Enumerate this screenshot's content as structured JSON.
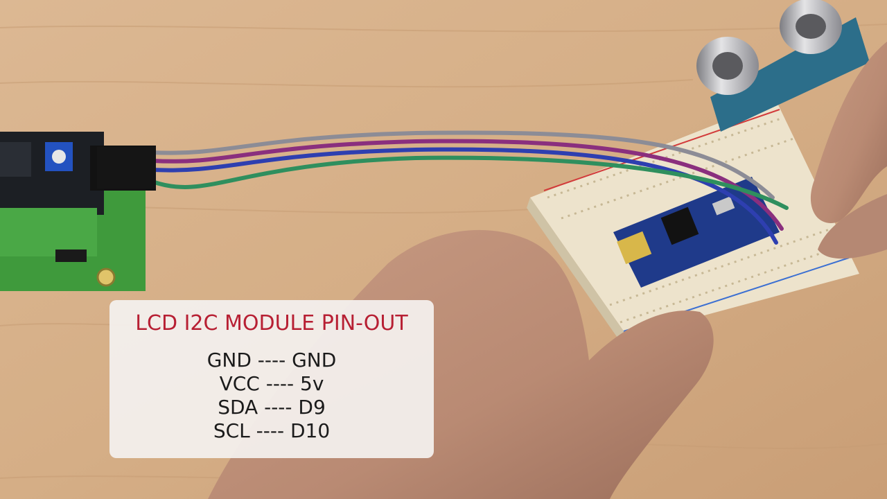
{
  "caption": {
    "title": "LCD I2C MODULE PIN-OUT",
    "pins": [
      "GND ---- GND",
      "VCC ---- 5v",
      "SDA ---- D9",
      "SCL ---- D10"
    ]
  },
  "colors": {
    "title_red": "#b71f33",
    "table_wood": "#d7b28c",
    "lcd_pcb_green": "#3f9a3c",
    "arduino_blue": "#1f3a8a",
    "wire_gray": "#8c8c96",
    "wire_purple": "#8a2f7e",
    "wire_blue": "#2e3fb0",
    "wire_green": "#2f8f5e"
  }
}
